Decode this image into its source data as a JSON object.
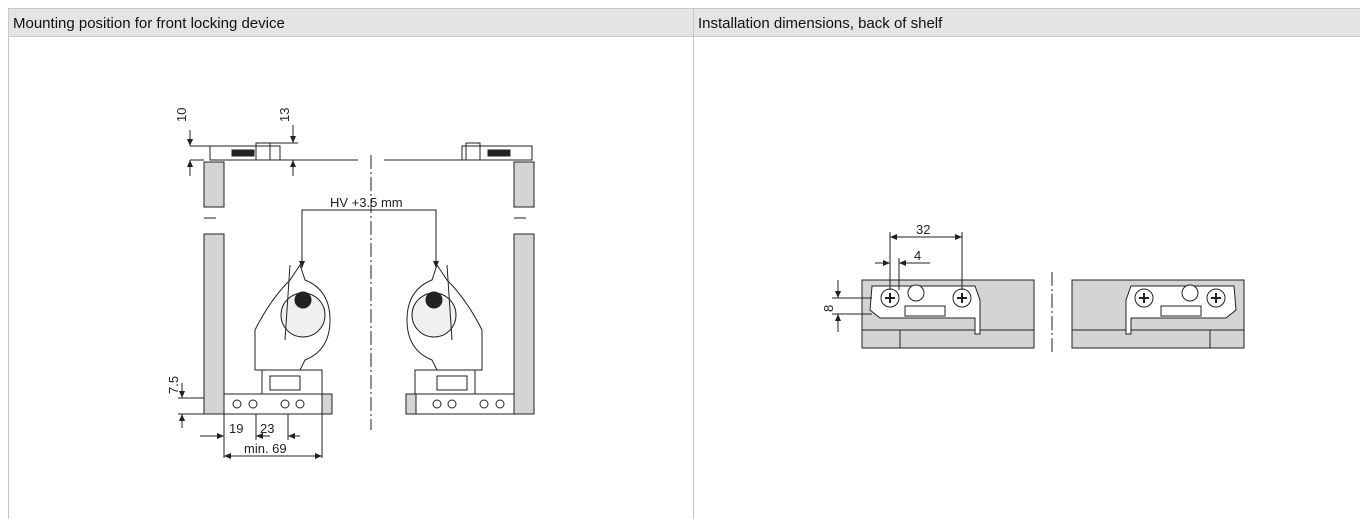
{
  "panels": [
    {
      "title": "Mounting position for front locking device"
    },
    {
      "title": "Installation dimensions, back of shelf"
    }
  ],
  "left_diagram": {
    "dims": {
      "d10": "10",
      "d13": "13",
      "d75": "7.5",
      "d19": "19",
      "d23": "23",
      "min69": "min. 69",
      "hv": "HV +3.5 mm"
    }
  },
  "right_diagram": {
    "dims": {
      "d32": "32",
      "d4": "4",
      "d8": "8"
    }
  }
}
